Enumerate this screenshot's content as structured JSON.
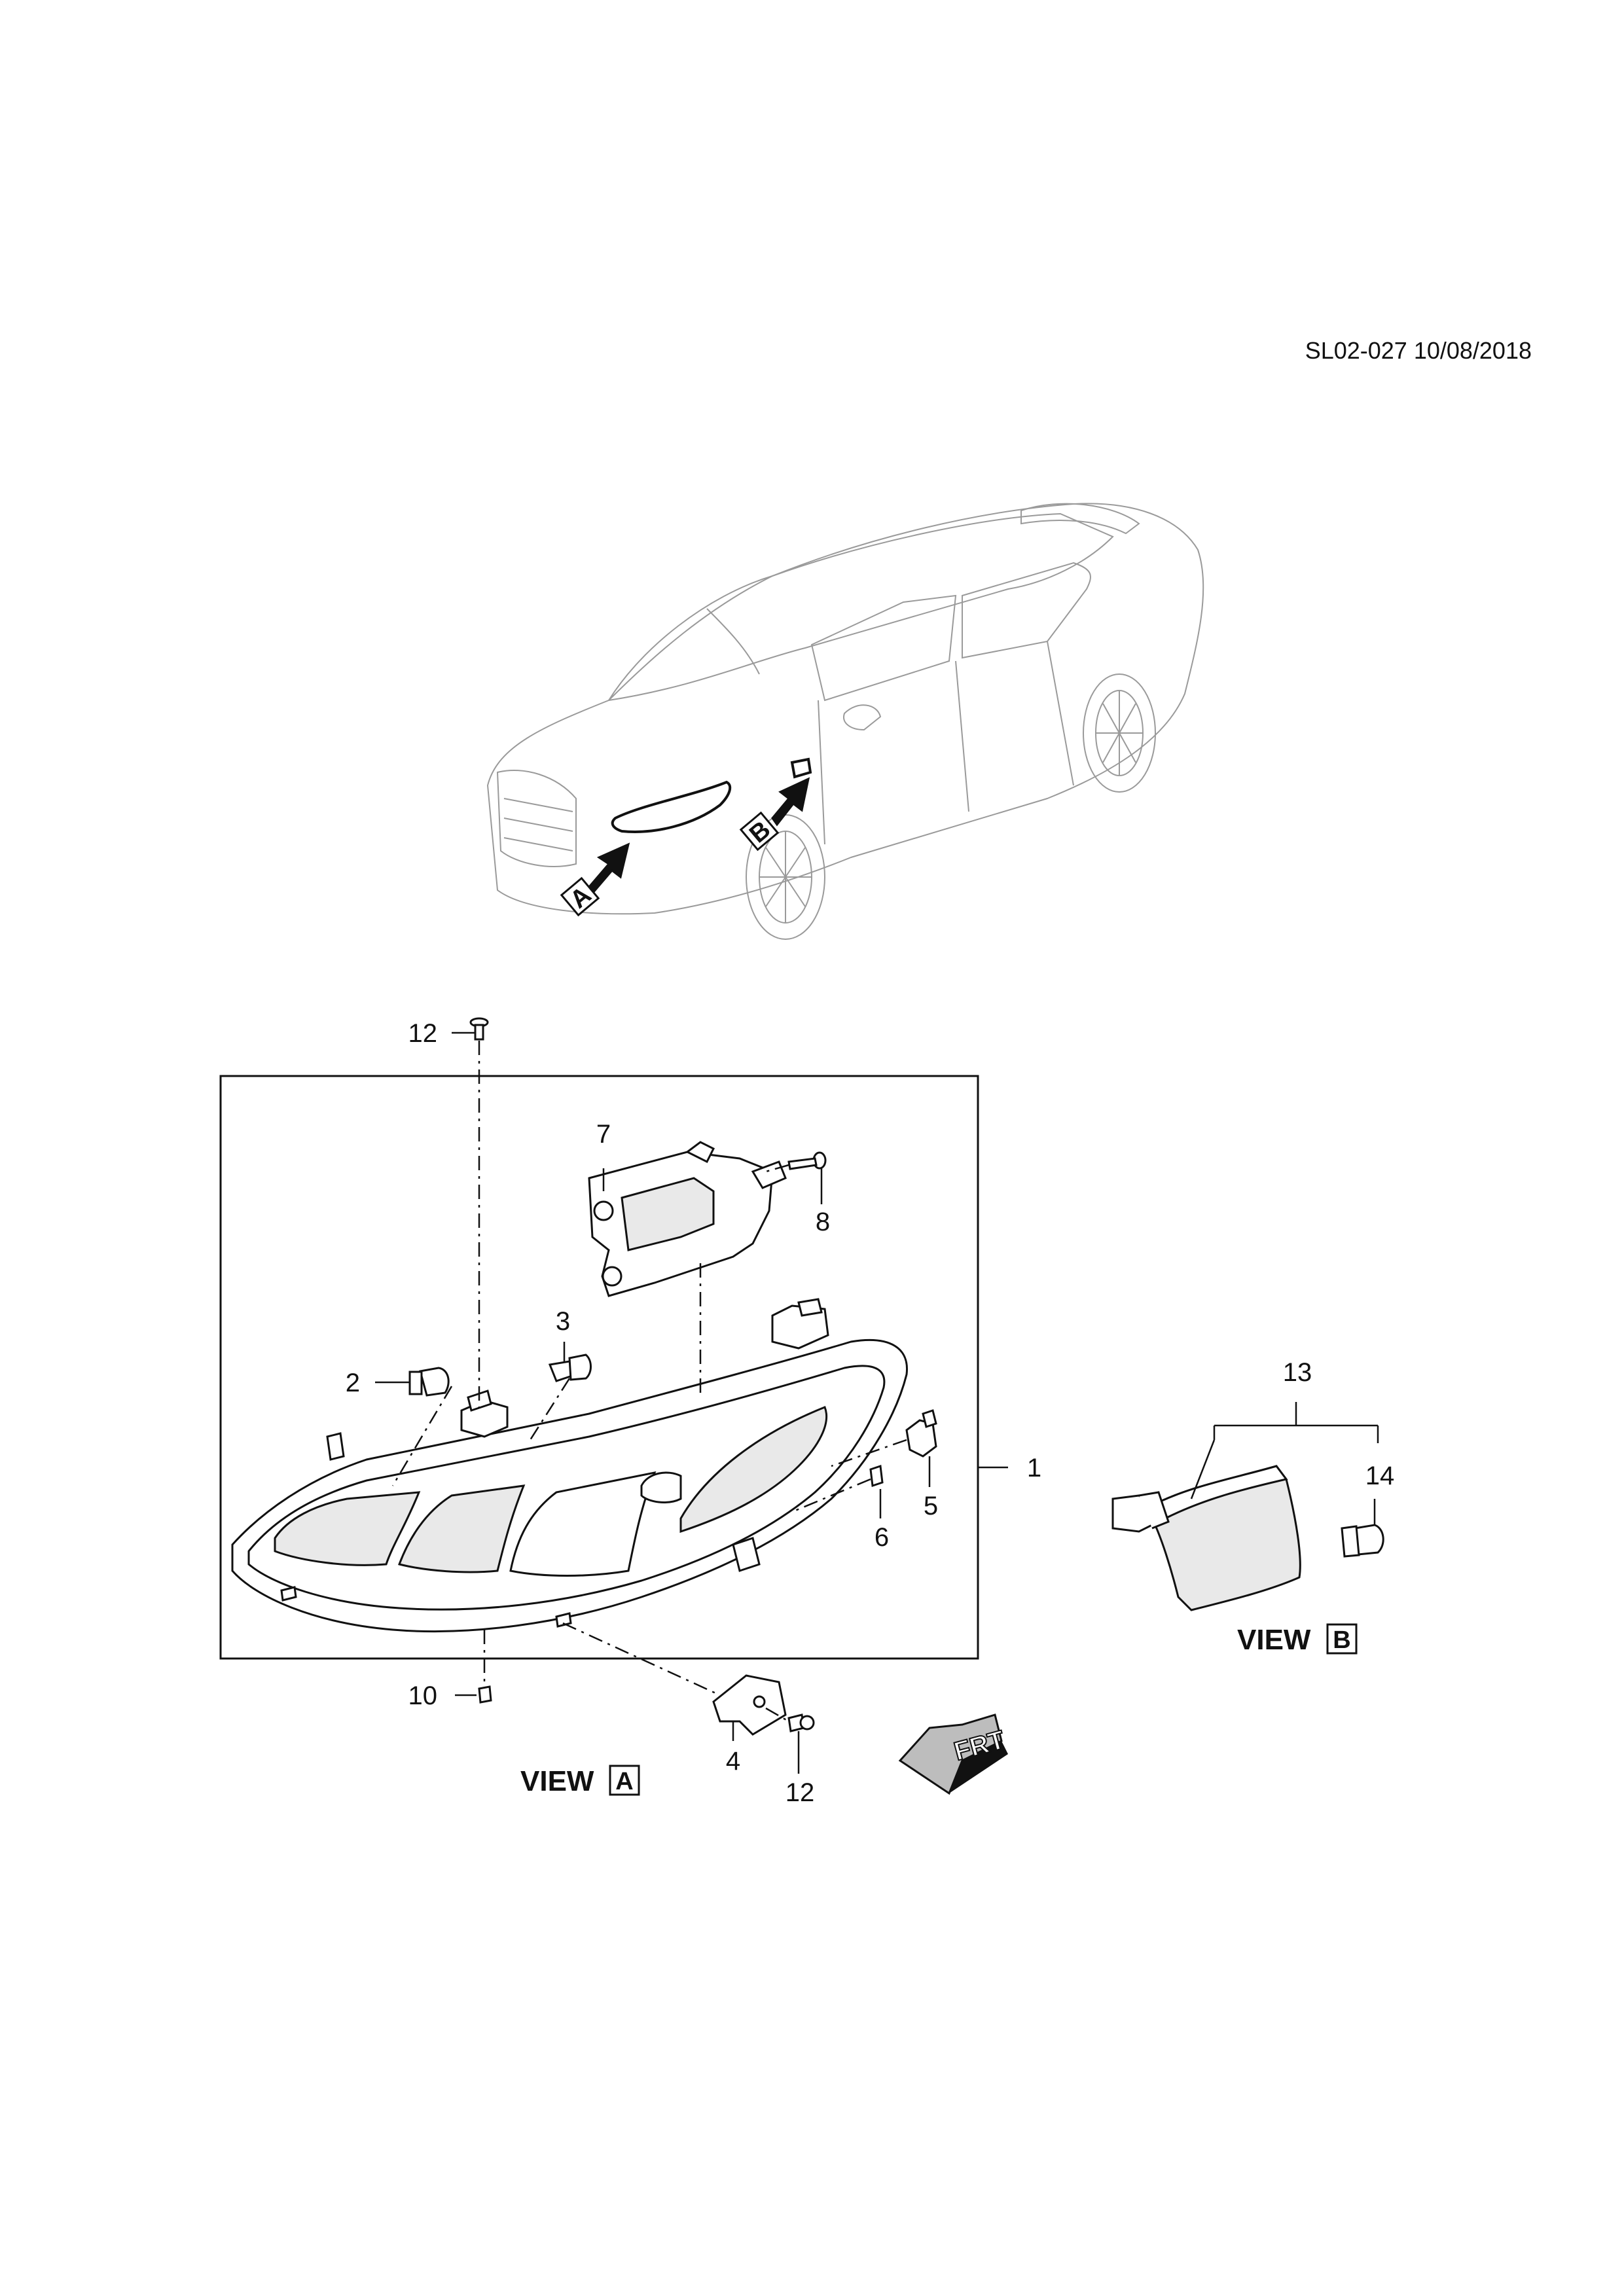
{
  "doc_id": "SL02-027 10/08/2018",
  "views": {
    "a": {
      "prefix": "VIEW",
      "letter": "A"
    },
    "b": {
      "prefix": "VIEW",
      "letter": "B"
    }
  },
  "car_arrows": [
    {
      "letter": "A"
    },
    {
      "letter": "B"
    }
  ],
  "callouts": [
    {
      "id": "c12-top",
      "label": "12"
    },
    {
      "id": "c7",
      "label": "7"
    },
    {
      "id": "c8",
      "label": "8"
    },
    {
      "id": "c3",
      "label": "3"
    },
    {
      "id": "c2",
      "label": "2"
    },
    {
      "id": "c1",
      "label": "1"
    },
    {
      "id": "c5",
      "label": "5"
    },
    {
      "id": "c6",
      "label": "6"
    },
    {
      "id": "c10",
      "label": "10"
    },
    {
      "id": "c4",
      "label": "4"
    },
    {
      "id": "c12-bottom",
      "label": "12"
    },
    {
      "id": "c13",
      "label": "13"
    },
    {
      "id": "c14",
      "label": "14"
    }
  ],
  "frt_symbol": "FRT"
}
